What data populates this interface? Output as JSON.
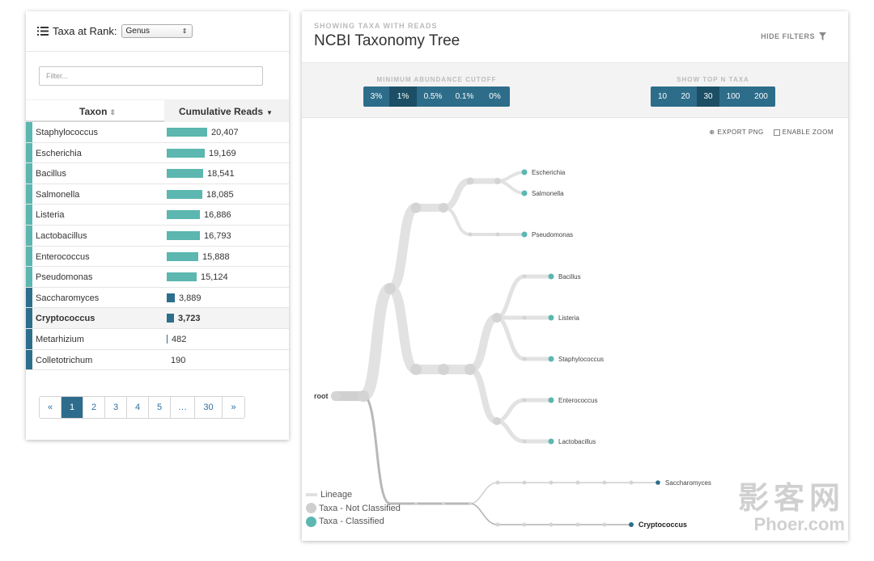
{
  "sidebar": {
    "rank_label": "Taxa at Rank:",
    "rank_value": "Genus",
    "filter_placeholder": "Filter...",
    "col_taxon": "Taxon",
    "col_reads": "Cumulative Reads",
    "rows": [
      {
        "name": "Staphylococcus",
        "reads": "20,407",
        "color": "#5bb7af",
        "bold": false
      },
      {
        "name": "Escherichia",
        "reads": "19,169",
        "color": "#5bb7af",
        "bold": false
      },
      {
        "name": "Bacillus",
        "reads": "18,541",
        "color": "#5bb7af",
        "bold": false
      },
      {
        "name": "Salmonella",
        "reads": "18,085",
        "color": "#5bb7af",
        "bold": false
      },
      {
        "name": "Listeria",
        "reads": "16,886",
        "color": "#5bb7af",
        "bold": false
      },
      {
        "name": "Lactobacillus",
        "reads": "16,793",
        "color": "#5bb7af",
        "bold": false
      },
      {
        "name": "Enterococcus",
        "reads": "15,888",
        "color": "#5bb7af",
        "bold": false
      },
      {
        "name": "Pseudomonas",
        "reads": "15,124",
        "color": "#5bb7af",
        "bold": false
      },
      {
        "name": "Saccharomyces",
        "reads": "3,889",
        "color": "#2c6e8c",
        "bold": false
      },
      {
        "name": "Cryptococcus",
        "reads": "3,723",
        "color": "#2c6e8c",
        "bold": true
      },
      {
        "name": "Metarhizium",
        "reads": "482",
        "color": "#2c6e8c",
        "bold": false
      },
      {
        "name": "Colletotrichum",
        "reads": "190",
        "color": "#2c6e8c",
        "bold": false
      }
    ],
    "pagination": [
      "«",
      "1",
      "2",
      "3",
      "4",
      "5",
      "…",
      "30",
      "»"
    ],
    "active_page": "1"
  },
  "main": {
    "subtitle": "SHOWING TAXA WITH READS",
    "title": "NCBI Taxonomy Tree",
    "hide_filters": "HIDE FILTERS",
    "cutoff_label": "MINIMUM ABUNDANCE CUTOFF",
    "cutoff_options": [
      "3%",
      "1%",
      "0.5%",
      "0.1%",
      "0%"
    ],
    "cutoff_active": "1%",
    "topn_label": "SHOW TOP N TAXA",
    "topn_options": [
      "10",
      "20",
      "30",
      "100",
      "200"
    ],
    "topn_active": "30",
    "export_png": "EXPORT PNG",
    "enable_zoom": "ENABLE ZOOM",
    "legend": {
      "lineage": "Lineage",
      "not_classified": "Taxa - Not Classified",
      "classified": "Taxa - Classified"
    },
    "tree": {
      "root": "root",
      "leaves": [
        "Escherichia",
        "Salmonella",
        "Pseudomonas",
        "Bacillus",
        "Listeria",
        "Staphylococcus",
        "Enterococcus",
        "Lactobacillus",
        "Saccharomyces",
        "Cryptococcus"
      ]
    }
  },
  "watermark": {
    "line1": "影客网",
    "line2": "Phoer.com"
  },
  "colors": {
    "classified": "#5bb7af",
    "fungi": "#2c6e8c",
    "unclassified": "#cfcfcf",
    "lineage": "#e2e2e2"
  }
}
